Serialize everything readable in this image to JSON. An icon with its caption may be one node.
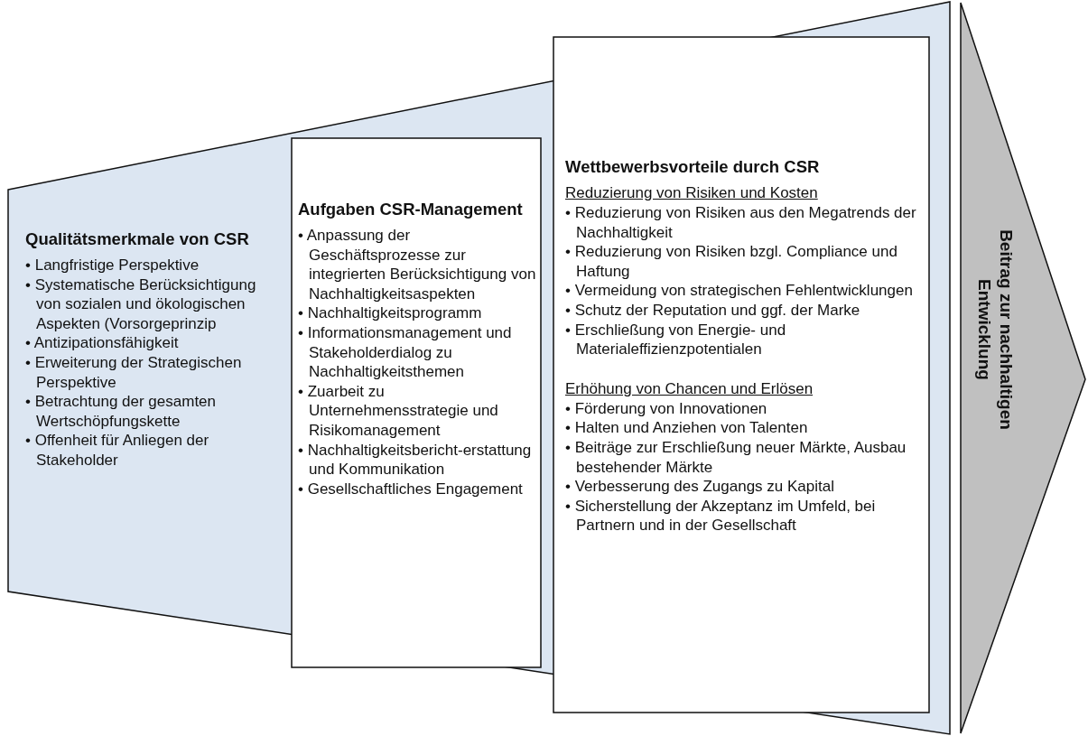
{
  "diagram": {
    "nodes": [
      {
        "text": [
          "Qualitätsmerkmale von CSR",
          "• Langfristige Perspektive",
          "• Systematische Berücksichtigung von sozialen und ökologischen Aspekten (Vorsorgeprinzip",
          "• Antizipationsfähigkeit",
          "• Erweiterung der Strategischen Perspektive",
          "• Betrachtung der gesamten Wertschöpfungskette",
          "• Offenheit für Anliegen der Stakeholder"
        ]
      },
      {
        "text": [
          "Aufgaben CSR-Management",
          "• Anpassung der Geschäftsprozesse zur integrierten Berücksichtigung von Nachhaltigkeitsaspekten",
          "• Nachhaltigkeitsprogramm",
          "• Informationsmanagement und Stakeholderdialog zu Nachhaltigkeitsthemen",
          "• Zuarbeit zu Unternehmensstrategie und Risikomanagement",
          "• Nachhaltigkeitsbericht-erstattung und Kommunikation",
          "• Gesellschaftliches Engagement"
        ],
        "in": 0
      },
      {
        "text": [
          "Wettbewerbsvorteile durch CSR",
          "Reduzierung von Risiken und Kosten",
          "• Reduzierung von Risiken aus den Megatrends der Nachhaltigkeit",
          "• Reduzierung von Risiken bzgl. Compliance und Haftung",
          "• Vermeidung von strategischen Fehlentwicklungen",
          "• Schutz der Reputation und ggf. der Marke",
          "• Erschließung von Energie- und Materialeffizienzpotentialen",
          "Erhöhung von Chancen und Erlösen",
          "• Förderung von Innovationen",
          "• Halten und Anziehen von Talenten",
          "• Beiträge zur Erschließung neuer Märkte, Ausbau bestehender Märkte",
          "• Verbesserung des Zugangs zu Kapital",
          "• Sicherstellung der Akzeptanz im Umfeld, bei Partnern und in der Gesellschaft"
        ],
        "in": 0
      },
      {
        "text": [
          "Beitrag zur nachhaltigen Entwicklung"
        ]
      }
    ]
  }
}
